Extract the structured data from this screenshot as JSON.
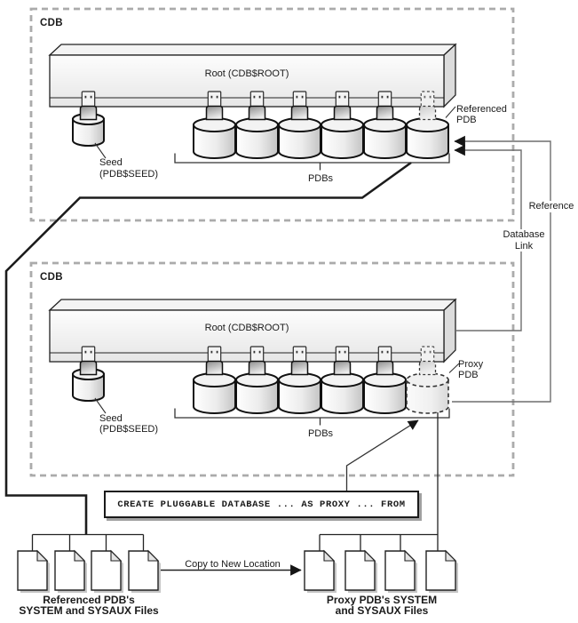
{
  "colors": {
    "ink": "#1a1a1a",
    "dash_border": "#ababab",
    "connector_line": "#6e6e6e"
  },
  "top_cdb": {
    "title": "CDB",
    "root": "Root (CDB$ROOT)",
    "seed_line1": "Seed",
    "seed_line2": "(PDB$SEED)",
    "pdbs": "PDBs",
    "callout_line1": "Referenced",
    "callout_line2": "PDB",
    "pdb_cylinder_count": 6
  },
  "bottom_cdb": {
    "title": "CDB",
    "root": "Root (CDB$ROOT)",
    "seed_line1": "Seed",
    "seed_line2": "(PDB$SEED)",
    "pdbs": "PDBs",
    "callout_line1": "Proxy",
    "callout_line2": "PDB",
    "pdb_cylinder_count": 6
  },
  "links": {
    "reference": "Reference",
    "dblink_line1": "Database",
    "dblink_line2": "Link"
  },
  "sql": {
    "statement": "CREATE PLUGGABLE DATABASE ... AS PROXY ... FROM"
  },
  "flow": {
    "copy": "Copy to New Location"
  },
  "left_files": {
    "line1": "Referenced PDB's",
    "line2": "SYSTEM and SYSAUX Files",
    "file_count": 4
  },
  "right_files": {
    "line1": "Proxy PDB's SYSTEM",
    "line2": "and SYSAUX Files",
    "file_count": 4
  },
  "icons": {
    "plug": "plug-icon",
    "cylinder": "database-cylinder-icon",
    "file": "datafile-icon"
  }
}
